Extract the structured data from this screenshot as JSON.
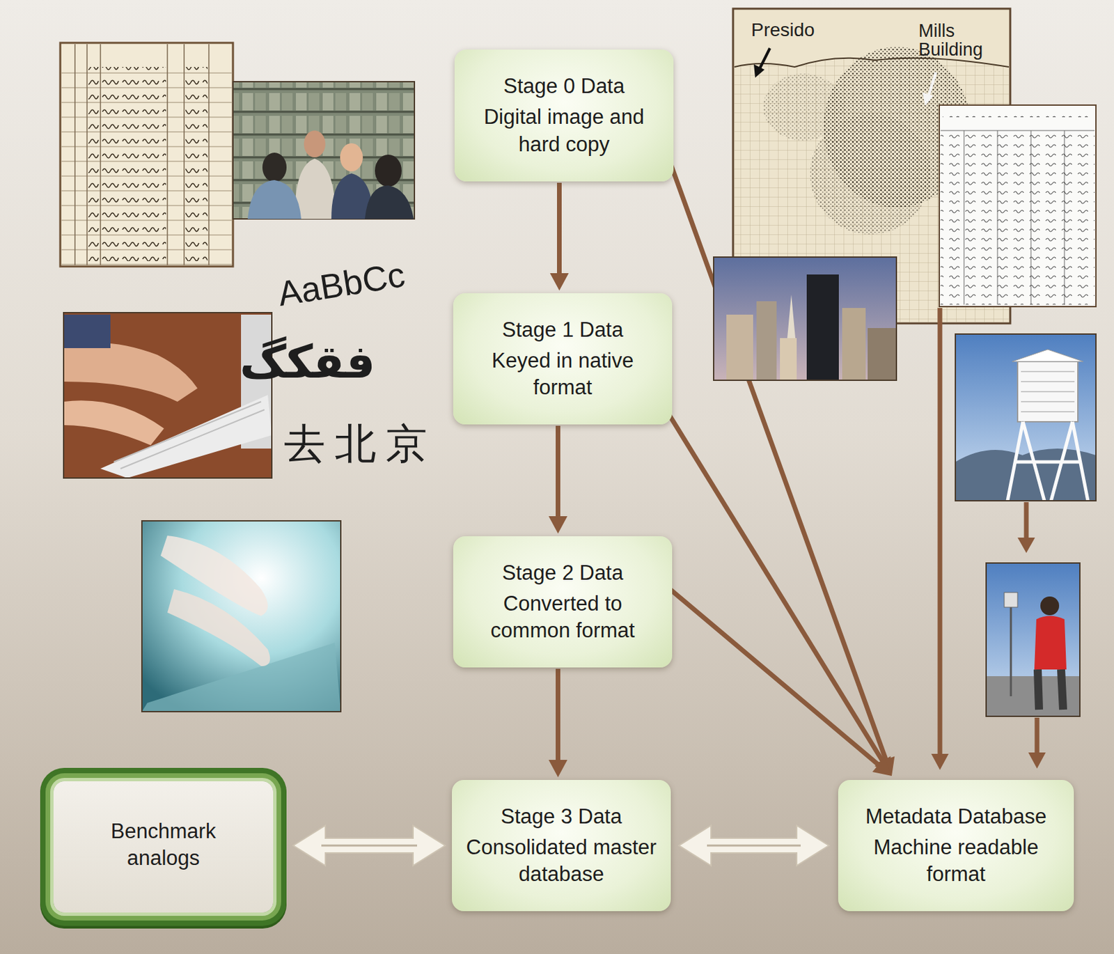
{
  "diagram": {
    "nodes": [
      {
        "text": [
          "Stage 0 Data",
          "Digital image and hard copy"
        ]
      },
      {
        "text": [
          "Stage 1 Data",
          "Keyed in native format"
        ]
      },
      {
        "text": [
          "Stage 2 Data",
          "Converted to common format"
        ]
      },
      {
        "text": [
          "Benchmark analogs"
        ]
      },
      {
        "text": [
          "Stage 3 Data",
          "Consolidated master database"
        ]
      },
      {
        "text": [
          "Metadata Database",
          "Machine readable format"
        ]
      }
    ],
    "edges": [
      {
        "from": 0,
        "to": 1,
        "arrow": "to"
      },
      {
        "from": 1,
        "to": 2,
        "arrow": "to"
      },
      {
        "from": 2,
        "to": 4,
        "arrow": "to"
      },
      {
        "from": 3,
        "to": 4,
        "arrow": "both"
      },
      {
        "from": 4,
        "to": 5,
        "arrow": "both"
      },
      {
        "from": 0,
        "to": 5,
        "arrow": "to"
      },
      {
        "from": 1,
        "to": 5,
        "arrow": "to"
      },
      {
        "from": 2,
        "to": 5,
        "arrow": "to"
      }
    ],
    "labels": [
      "Presido",
      "Mills Building",
      "AaBbCc",
      "فقکگ",
      "去北京"
    ]
  }
}
